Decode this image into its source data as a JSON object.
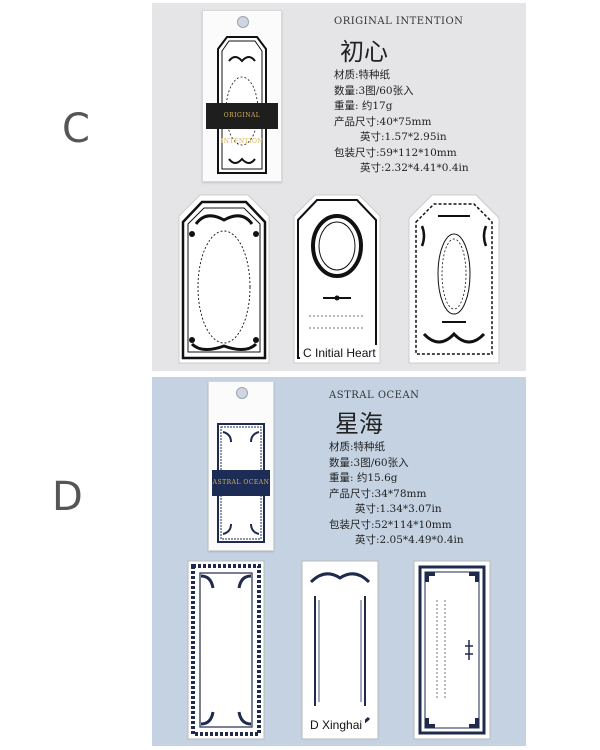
{
  "colors": {
    "panel_c": "#e5e5e7",
    "panel_d": "#c4d2e2",
    "ink_c": "#111111",
    "ink_d": "#1f2b4d"
  },
  "section_c": {
    "letter": "C",
    "brand": "ORIGINAL INTENTION",
    "title_cn": "初心",
    "band_text": "ORIGINAL INTENTION",
    "specs": [
      "材质:特种纸",
      "数量:3图/60张入",
      "重量: 约17g",
      "产品尺寸:40*75mm",
      "英寸:1.57*2.95in",
      "包装尺寸:59*112*10mm",
      "英寸:2.32*4.41*0.4in"
    ],
    "caption": "C Initial Heart"
  },
  "section_d": {
    "letter": "D",
    "brand": "ASTRAL OCEAN",
    "title_cn": "星海",
    "band_text": "ASTRAL OCEAN",
    "specs": [
      "材质:特种纸",
      "数量:3图/60张入",
      "重量: 约15.6g",
      "产品尺寸:34*78mm",
      "英寸:1.34*3.07in",
      "包装尺寸:52*114*10mm",
      "英寸:2.05*4.49*0.4in"
    ],
    "caption": "D Xinghai"
  }
}
